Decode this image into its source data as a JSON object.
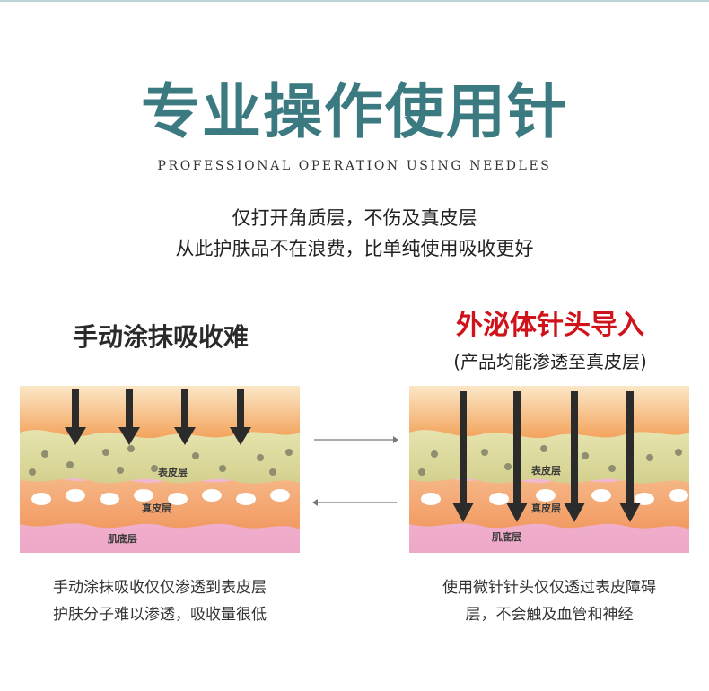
{
  "header": {
    "title": "专业操作使用针",
    "subtitle": "PROFESSIONAL OPERATION USING NEEDLES"
  },
  "intro": {
    "line1": "仅打开角质层，不伤及真皮层",
    "line2": "从此护肤品不在浪费，比单纯使用吸收更好"
  },
  "left_panel": {
    "heading": "手动涂抹吸收难",
    "layers": {
      "epidermis": "表皮层",
      "dermis": "真皮层",
      "base": "肌底层"
    },
    "caption_line1": "手动涂抹吸收仅仅渗透到表皮层",
    "caption_line2": "护肤分子难以渗透，吸收量很低"
  },
  "right_panel": {
    "heading": "外泌体针头导入",
    "subheading": "(产品均能渗透至真皮层)",
    "layers": {
      "epidermis": "表皮层",
      "dermis": "真皮层",
      "base": "肌底层"
    },
    "caption_line1": "使用微针针头仅仅透过表皮障碍",
    "caption_line2": "层，不会触及血管和神经"
  },
  "colors": {
    "title": "#3b7a80",
    "accent_red": "#d0121b",
    "top_layer": "#f3a35c",
    "epidermis": "#dcdca0",
    "dermis": "#f4a574",
    "base": "#f2b8d2",
    "arrow": "#2b2b2b"
  }
}
